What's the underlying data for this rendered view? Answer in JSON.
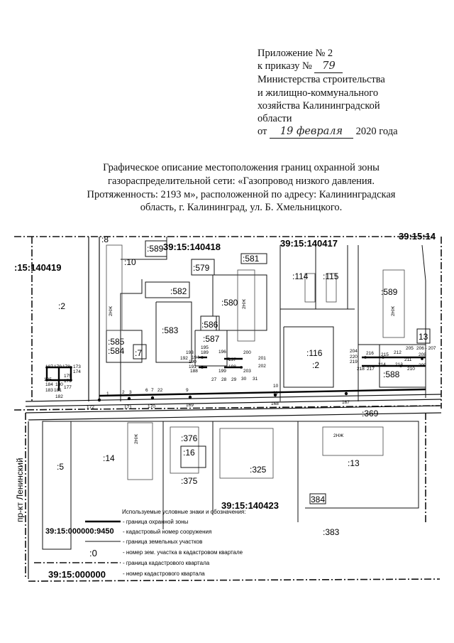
{
  "header": {
    "line1": "Приложение № 2",
    "line2_prefix": "к приказу №",
    "order_number": "79",
    "line3": "Министерства строительства",
    "line4": "и жилищно-коммунального",
    "line5": "хозяйства Калининградской",
    "line6": "области",
    "date_prefix": "от",
    "date_handwritten": "19 февраля",
    "date_suffix": "2020 года"
  },
  "title": {
    "line1": "Графическое описание местоположения границ охранной зоны",
    "line2": "газораспределительной сети: «Газопровод низкого давления.",
    "line3": "Протяженность: 2193 м», расположенной по адресу: Калининградская",
    "line4": "область, г. Калининград, ул. Б. Хмельницкого."
  },
  "map": {
    "quarters": {
      "q140418": "39:15:140418",
      "q140417": "39:15:140417",
      "q140419": ":15:140419",
      "q140423": "39:15:140423",
      "qRightTop": "39:15:14"
    },
    "parcels": {
      "p8": ":8",
      "p589a": ":589",
      "p10": ":10",
      "p579": ":579",
      "p581": ":581",
      "p114": ":114",
      "p115": ":115",
      "p589b": ":589",
      "p2a": ":2",
      "p582": ":582",
      "p580": ":580",
      "p583": ":583",
      "p586": ":586",
      "p587": ":587",
      "p585": ":585",
      "p584": ":584",
      "p7": ":7",
      "p116": ":116",
      "p2b": ":2",
      "p588": ":588",
      "p13a": "13",
      "p369": ":369",
      "p376": ":376",
      "p16": ":16",
      "p375": ":375",
      "p14": ":14",
      "p5": ":5",
      "p325": ":325",
      "p13b": ":13",
      "p384": "384",
      "p383": ":383"
    },
    "street": "пр-кт Ленинский",
    "building_tag": "2НЖ",
    "points": {
      "n172": "172",
      "n171": "171",
      "n170": "170",
      "n169": "169",
      "n168": "168",
      "n167": "167",
      "n1": "1",
      "n2": "2",
      "n3": "3",
      "n6": "6",
      "n7": "7",
      "n9": "9",
      "n10": "10",
      "n11": "11",
      "n173": "173",
      "n174": "174",
      "n175": "175",
      "n176": "176",
      "n177": "177",
      "n178": "178",
      "n179": "179",
      "n180": "180",
      "n181": "181",
      "n182": "182",
      "n183": "183",
      "n184": "184",
      "n185": "185",
      "n187": "187",
      "n188": "188",
      "n189": "189",
      "n190": "190",
      "n191": "191",
      "n192": "192",
      "n193": "193",
      "n194": "194",
      "n195": "195",
      "n196": "196",
      "n197": "197",
      "n198": "198",
      "n199": "199",
      "n200": "200",
      "n201": "201",
      "n202": "202",
      "n203": "203",
      "n204": "204",
      "n205": "205",
      "n206": "206 - 207",
      "n208": "208",
      "n209": "209",
      "n210": "210",
      "n211": "211",
      "n212": "212",
      "n213": "213",
      "n214": "214",
      "n215": "215",
      "n216": "216",
      "n217": "217",
      "n218": "218",
      "n219": "219",
      "n220": "220",
      "n22": "22",
      "n27": "27",
      "n28": "28",
      "n29": "29",
      "n30": "30",
      "n31": "31"
    },
    "legend": {
      "title": "Используемые условные знаки и обозначения:",
      "items": [
        {
          "symbol": "",
          "text": "- граница охранной зоны"
        },
        {
          "symbol": "39:15:000000:9450",
          "text": "- кадастровый номер сооружения"
        },
        {
          "symbol": "",
          "text": "- граница земельных участков"
        },
        {
          "symbol": ":0",
          "text": "- номер зем. участка в кадастровом квартале"
        },
        {
          "symbol": "",
          "text": "- граница кадастрового квартала"
        },
        {
          "symbol": "39:15:000000",
          "text": "- номер кадастрового квартала"
        }
      ]
    },
    "colors": {
      "ink": "#111111",
      "gray": "#777777"
    }
  }
}
